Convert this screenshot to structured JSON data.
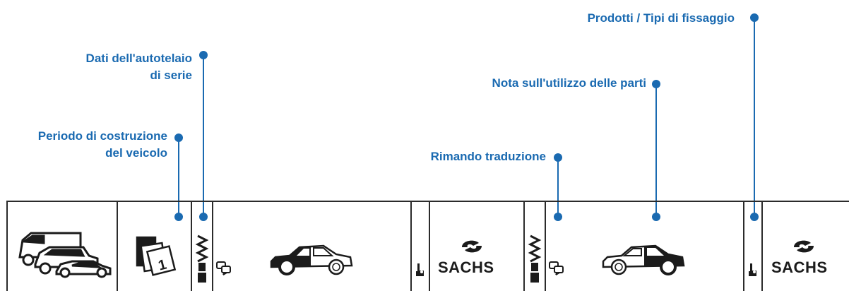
{
  "callouts": {
    "production_period": {
      "line1": "Periodo di costruzione",
      "line2": "del veicolo"
    },
    "chassis_data": {
      "line1": "Dati dell'autotelaio",
      "line2": "di serie"
    },
    "translation_ref": {
      "line1": "Rimando traduzione"
    },
    "parts_usage_note": {
      "line1": "Nota sull'utilizzo delle parti"
    },
    "products_fixing": {
      "line1": "Prodotti / Tipi di fissaggio"
    }
  },
  "brand": {
    "name": "SACHS",
    "name_2": "SACHS"
  },
  "icons": [
    "vehicles-icon",
    "calendar-icon",
    "shock-absorber-icon",
    "translation-icon",
    "car-front-axle-icon",
    "fixing-type-icon",
    "sachs-logo-icon",
    "car-rear-axle-icon"
  ],
  "colors": {
    "accent": "#1a6ab1",
    "lines": "#2b2b2b",
    "ink": "#1b1b1b"
  }
}
